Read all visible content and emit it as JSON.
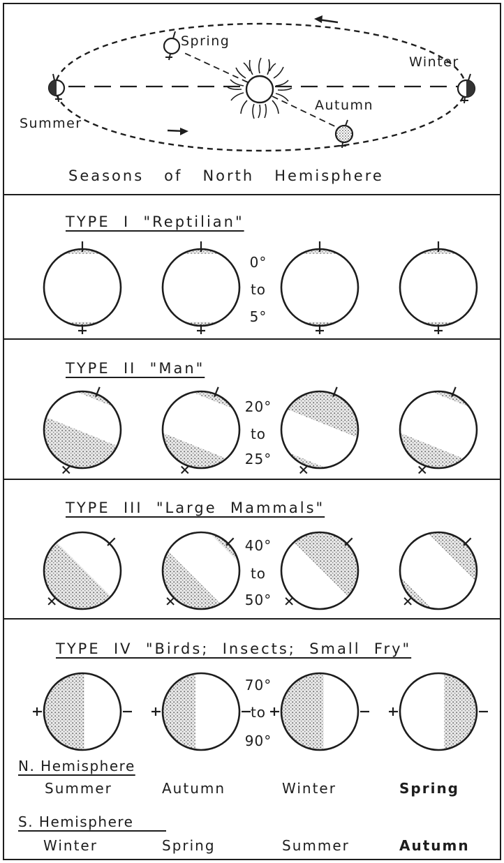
{
  "orbit": {
    "spring_label": "Spring",
    "summer_label": "Summer",
    "autumn_label": "Autumn",
    "winter_label": "Winter",
    "caption": "Seasons   of   North   Hemisphere"
  },
  "types": [
    {
      "title": "TYPE  I  \"Reptilian\"",
      "tilt_top": "0°",
      "tilt_mid": "to",
      "tilt_bottom": "5°"
    },
    {
      "title": "TYPE  II  \"Man\"",
      "tilt_top": "20°",
      "tilt_mid": "to",
      "tilt_bottom": "25°"
    },
    {
      "title": "TYPE  III  \"Large  Mammals\"",
      "tilt_top": "40°",
      "tilt_mid": "to",
      "tilt_bottom": "50°"
    },
    {
      "title": "TYPE  IV  \"Birds;  Insects;  Small  Fry\"",
      "tilt_top": "70°",
      "tilt_mid": "to",
      "tilt_bottom": "90°"
    }
  ],
  "legend": {
    "north_heading": "N. Hemisphere",
    "north_seasons": [
      "Summer",
      "Autumn",
      "Winter",
      "Spring"
    ],
    "south_heading": "S. Hemisphere",
    "south_seasons": [
      "Winter",
      "Spring",
      "Summer",
      "Autumn"
    ]
  }
}
